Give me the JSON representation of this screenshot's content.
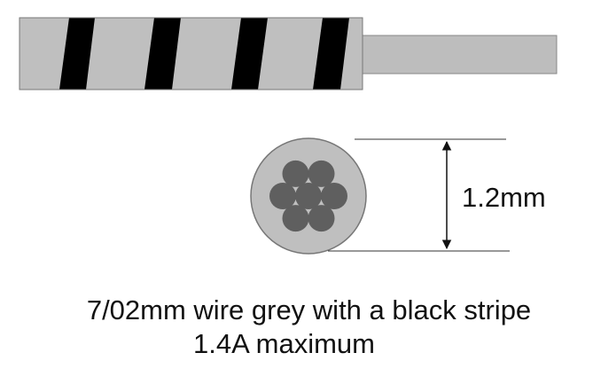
{
  "diagram": {
    "dimension_label": "1.2mm",
    "caption_line1": "7/02mm wire grey with a black stripe",
    "caption_line2": "1.4A maximum",
    "strand_count": 7,
    "colors": {
      "insulation": "#bfbfbf",
      "insulation_outline": "#777777",
      "stripe": "#000000",
      "strand": "#5f5f5f",
      "lead": "#bdbdbd",
      "dimension_line": "#333333"
    }
  }
}
